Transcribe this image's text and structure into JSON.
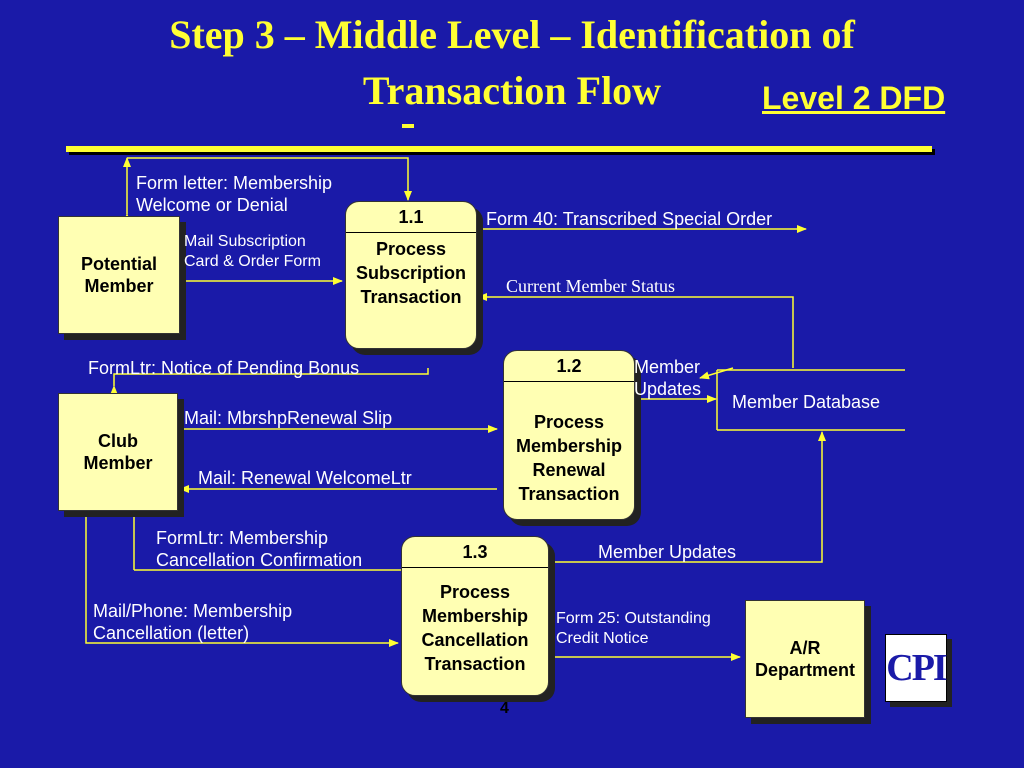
{
  "slide": {
    "title_line1": "Step 3 – Middle Level –  Identification of",
    "title_line2": "Transaction Flow",
    "level": "Level 2 DFD",
    "page_number": "4",
    "logo": "CPI"
  },
  "entities": {
    "potential_member": "Potential\nMember",
    "club_member": "Club\nMember",
    "ar_department": "A/R\nDepartment"
  },
  "processes": [
    {
      "num": "1.1",
      "name": "Process\nSubscription\nTransaction"
    },
    {
      "num": "1.2",
      "name": "Process\nMembership\nRenewal\nTransaction"
    },
    {
      "num": "1.3",
      "name": "Process\nMembership\nCancellation\nTransaction"
    }
  ],
  "datastore": {
    "name": "Member Database"
  },
  "flows": {
    "form_letter": "Form letter: Membership\nWelcome or Denial",
    "mail_subscription": "Mail Subscription\nCard & Order Form",
    "form40": "Form 40: Transcribed Special Order",
    "current_status": "Current Member Status",
    "pending_bonus": "FormLtr: Notice of Pending Bonus",
    "member_updates_12": "Member\nUpdates",
    "renewal_slip": "Mail: MbrshpRenewal Slip",
    "renewal_welcome": "Mail: Renewal WelcomeLtr",
    "cancel_confirm": "FormLtr:  Membership\nCancellation Confirmation",
    "member_updates_13": "Member Updates",
    "cancel_letter": "Mail/Phone: Membership\nCancellation (letter)",
    "form25": "Form 25: Outstanding\nCredit Notice"
  },
  "colors": {
    "background": "#1a1aa8",
    "accent": "#ffff33",
    "box": "#ffffb3"
  }
}
